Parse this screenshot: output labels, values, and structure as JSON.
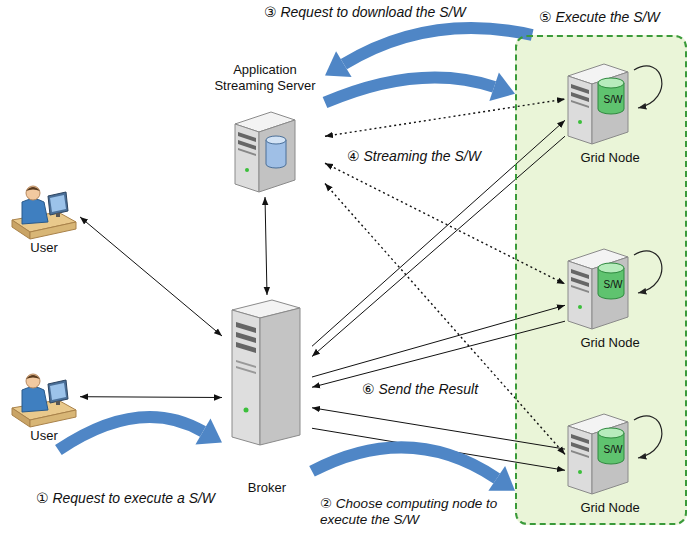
{
  "diagram": {
    "nodes": [
      {
        "text": [
          "User"
        ]
      },
      {
        "text": [
          "User"
        ]
      },
      {
        "text": [
          "Application Streaming Server"
        ]
      },
      {
        "text": [
          "Broker"
        ]
      },
      {
        "text": [
          "⑤ Execute the S/W"
        ]
      },
      {
        "text": [
          "S/W",
          "Grid Node"
        ],
        "in": 4
      },
      {
        "text": [
          "S/W",
          "Grid Node"
        ],
        "in": 4
      },
      {
        "text": [
          "S/W",
          "Grid Node"
        ],
        "in": 4
      }
    ],
    "edges": [
      {
        "from": 0,
        "to": 3,
        "arrow": "both"
      },
      {
        "from": 1,
        "to": 3,
        "arrow": "both"
      },
      {
        "from": 2,
        "to": 3,
        "arrow": "both"
      },
      {
        "from": 2,
        "to": 5,
        "label": "④ Streaming the S/W",
        "arrow": "both"
      },
      {
        "from": 2,
        "to": 6,
        "arrow": "both"
      },
      {
        "from": 2,
        "to": 7,
        "arrow": "both"
      },
      {
        "from": 3,
        "to": 5,
        "arrow": "to"
      },
      {
        "from": 5,
        "to": 3,
        "arrow": "to"
      },
      {
        "from": 3,
        "to": 6,
        "arrow": "to"
      },
      {
        "from": 6,
        "to": 3,
        "label": "⑥ Send the Result",
        "arrow": "to"
      },
      {
        "from": 3,
        "to": 7,
        "arrow": "to"
      },
      {
        "from": 7,
        "to": 3,
        "arrow": "to"
      },
      {
        "from": 1,
        "to": 3,
        "label": "① Request to execute a S/W",
        "arrow": "to"
      },
      {
        "from": 3,
        "to": 4,
        "label": "② Choose computing node to execute the S/W",
        "arrow": "to"
      },
      {
        "from": 4,
        "to": 2,
        "arrow": "to"
      },
      {
        "from": 2,
        "to": 4,
        "label": "③ Request to download the S/W",
        "arrow": "to"
      }
    ]
  }
}
